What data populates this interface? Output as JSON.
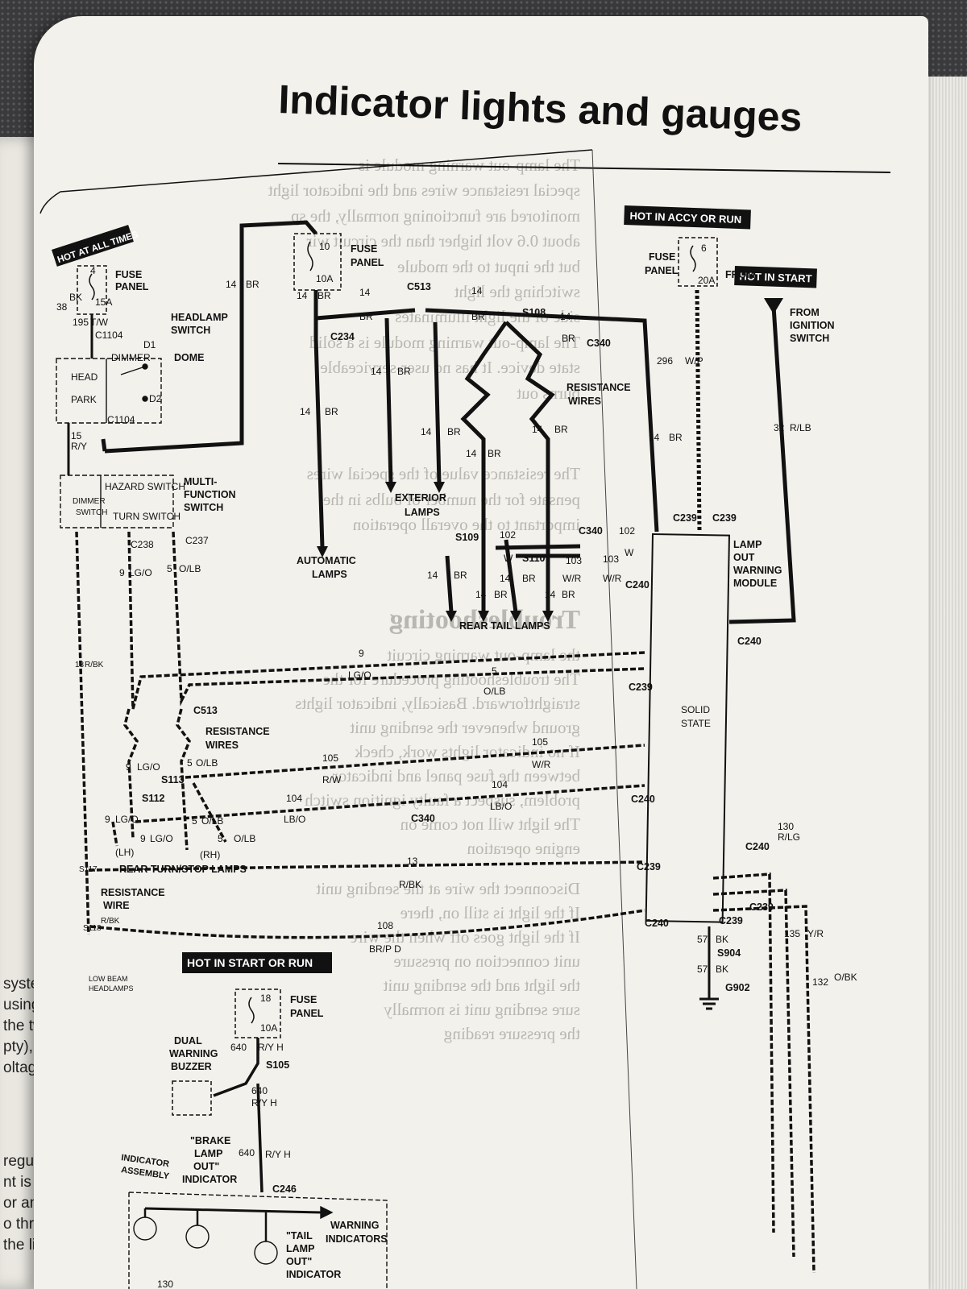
{
  "page": {
    "title": "Indicator lights and gauges"
  },
  "left_page": {
    "fragments": [
      "system,",
      "using a",
      "the two",
      "pty), the",
      "oltage is",
      "regulator",
      "nt is con-",
      "or and the",
      "o through",
      "the light"
    ]
  },
  "hot_labels": {
    "hot_at_all_times": "HOT AT ALL TIMES",
    "hot_accy_run": "HOT IN ACCY OR RUN",
    "hot_start": "HOT IN START",
    "hot_start_run": "HOT IN START OR RUN",
    "from_ignition": [
      "FROM",
      "IGNITION",
      "SWITCH"
    ]
  },
  "fuses": {
    "fuse1": {
      "num": "4",
      "amps": "15A",
      "label": [
        "FUSE",
        "PANEL"
      ]
    },
    "fuse2": {
      "num": "10",
      "amps": "10A",
      "label": [
        "FUSE",
        "PANEL"
      ]
    },
    "fuse3": {
      "num": "6",
      "amps": "20A",
      "label": [
        "FUSE",
        "PANEL"
      ]
    },
    "fuse4": {
      "num": "18",
      "amps": "10A",
      "label": [
        "FUSE",
        "PANEL"
      ]
    }
  },
  "components": {
    "headlamp_switch": [
      "HEADLAMP",
      "SWITCH"
    ],
    "dimmer": "DIMMER",
    "dome": "DOME",
    "d1": "D1",
    "d2": "D2",
    "head": "HEAD",
    "park": "PARK",
    "multi_function": [
      "MULTI-",
      "FUNCTION",
      "SWITCH"
    ],
    "hazard_switch": "HAZARD SWITCH",
    "turn_switch": "TURN SWITCH",
    "dimmer_switch": [
      "DIMMER",
      "SWITCH"
    ],
    "resistance_wires_1": [
      "RESISTANCE",
      "WIRES"
    ],
    "resistance_wires_2": [
      "RESISTANCE",
      "WIRES"
    ],
    "resistance_wire_3": [
      "RESISTANCE",
      "WIRE"
    ],
    "exterior_lamps": [
      "EXTERIOR",
      "LAMPS"
    ],
    "automatic_lamps": [
      "AUTOMATIC",
      "LAMPS"
    ],
    "rear_tail_lamps": "REAR TAIL LAMPS",
    "rear_turn_stop": "REAR TURN/STOP LAMPS",
    "lh": "(LH)",
    "rh": "(RH)",
    "lamp_out_module": [
      "LAMP",
      "OUT",
      "WARNING",
      "MODULE"
    ],
    "solid_state": [
      "SOLID",
      "STATE"
    ],
    "low_beam": [
      "LOW BEAM",
      "HEADLAMPS"
    ],
    "dual_buzzer": [
      "DUAL",
      "WARNING",
      "BUZZER"
    ],
    "brake_lamp_out": [
      "\"BRAKE",
      "LAMP",
      "OUT\"",
      "INDICATOR"
    ],
    "tail_lamp_out": [
      "\"TAIL",
      "LAMP",
      "OUT\"",
      "INDICATOR"
    ],
    "indicator_assembly": [
      "INDICATOR",
      "ASSEMBLY"
    ],
    "warning_indicators": [
      "WARNING",
      "INDICATORS"
    ]
  },
  "connectors": {
    "c1104": "C1104",
    "c234": "C234",
    "c513": "C513",
    "s108": "S108",
    "c340": "C340",
    "c239": "C239",
    "c240": "C240",
    "c238": "C238",
    "c237": "C237",
    "s109": "S109",
    "s110": "S110",
    "s112": "S112",
    "s113": "S113",
    "s105": "S105",
    "s904": "S904",
    "g902": "G902",
    "c246": "C246",
    "s117": "S117",
    "s118": "S118"
  },
  "wires": {
    "w14": "14",
    "br": "BR",
    "w195": "195",
    "tw": "T/W",
    "w38": "38",
    "bk": "BK",
    "w296": "296",
    "wp": "W/P",
    "w32": "32",
    "rlb": "R/LB",
    "w9": "9",
    "lgo": "LG/O",
    "w5": "5",
    "olb": "O/LB",
    "w102": "102",
    "w103": "103",
    "w": "W",
    "wr": "W/R",
    "w105": "105",
    "rw": "R/W",
    "w104": "104",
    "lbo": "LB/O",
    "w13": "13",
    "rbk": "R/BK",
    "w108": "108",
    "brpd": "BR/P D",
    "w130": "130",
    "rlg": "R/LG",
    "w135": "135",
    "yr": "Y/R",
    "w132": "132",
    "obk": "O/BK",
    "w57": "57",
    "w640": "640",
    "ryh": "R/Y H",
    "w15": "15",
    "ry": "R/Y"
  },
  "ghost_text": [
    "The lamp-out warning module is",
    "special resistance wires and the indicator light",
    "monitored are functioning normally, the sp",
    "about 0.6 volt higher than the circuit wir",
    "but the input to the module",
    "switching the light",
    "side of the light illuminates",
    "The lamp-out warning module is a solid",
    "state device. It has no user-serviceable",
    "burns out",
    "The resistance value of the special wires",
    "pensate for the number of bulbs in the",
    "important to the overall operation",
    "Troubleshooting",
    "the lamp-out warning circuit",
    "The troubleshooting procedure for the",
    "straightforward. Basically, indicator lights",
    "ground whenever the sending unit",
    "If no indicator lights work, check",
    "between the fuse panel and indicator",
    "problem, suspect a faulty ignition switch",
    "The light will not come on",
    "engine operation",
    "Disconnect the wire at the sending unit",
    "If the light is still on, there",
    "If the light goes off when the wire",
    "unit connection on pressure",
    "the light and the sending unit",
    "sure sending unit is normally",
    "the pressure reading"
  ]
}
